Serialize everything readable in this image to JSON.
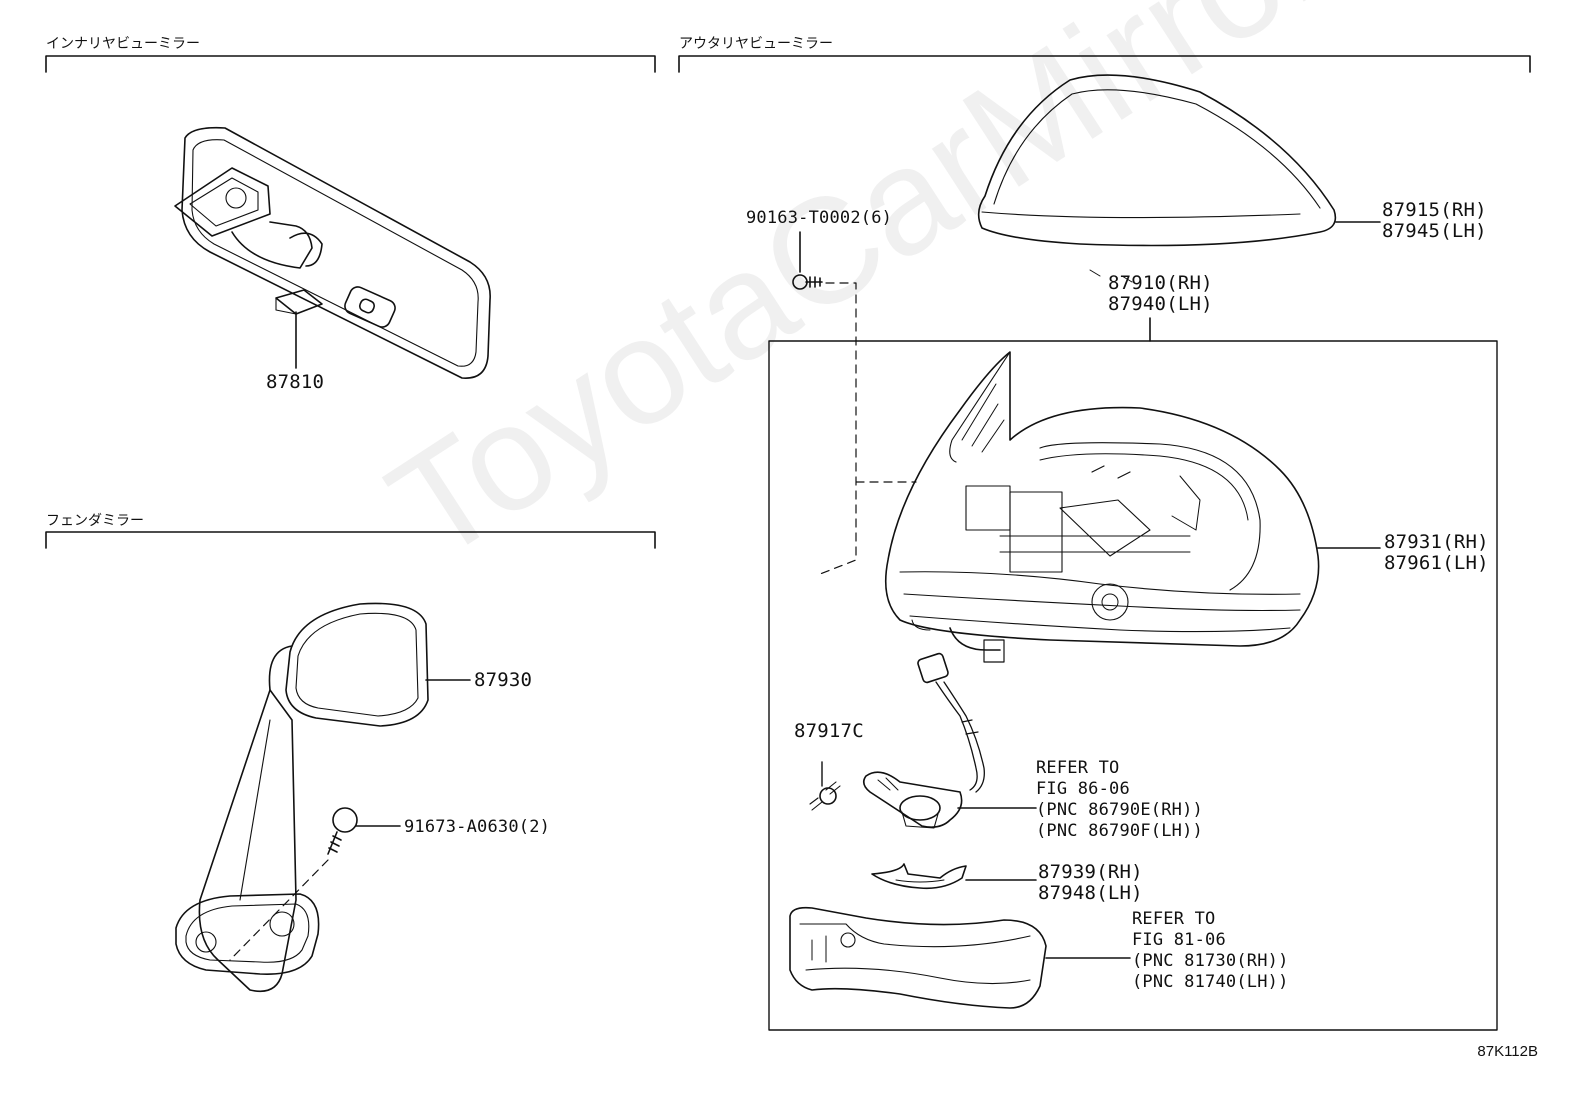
{
  "sections": {
    "inner": "インナリヤビューミラー",
    "outer": "アウタリヤビューミラー",
    "fender": "フェンダミラー"
  },
  "labels": {
    "p87810": "87810",
    "p87930": "87930",
    "p91673": "91673-A0630(2)",
    "p90163": "90163-T0002(6)",
    "p87915": "87915(RH)\n87945(LH)",
    "p87910": "87910(RH)\n87940(LH)",
    "p87931": "87931(RH)\n87961(LH)",
    "p87917": "87917C",
    "ref8606": "REFER TO\nFIG 86-06\n(PNC 86790E(RH))\n(PNC 86790F(LH))",
    "p87939": "87939(RH)\n87948(LH)",
    "ref8106": "REFER TO\nFIG 81-06\n(PNC 81730(RH))\n(PNC 81740(LH))"
  },
  "figure_id": "87K112B",
  "watermark": "ToyotaCarMirrors.ru"
}
